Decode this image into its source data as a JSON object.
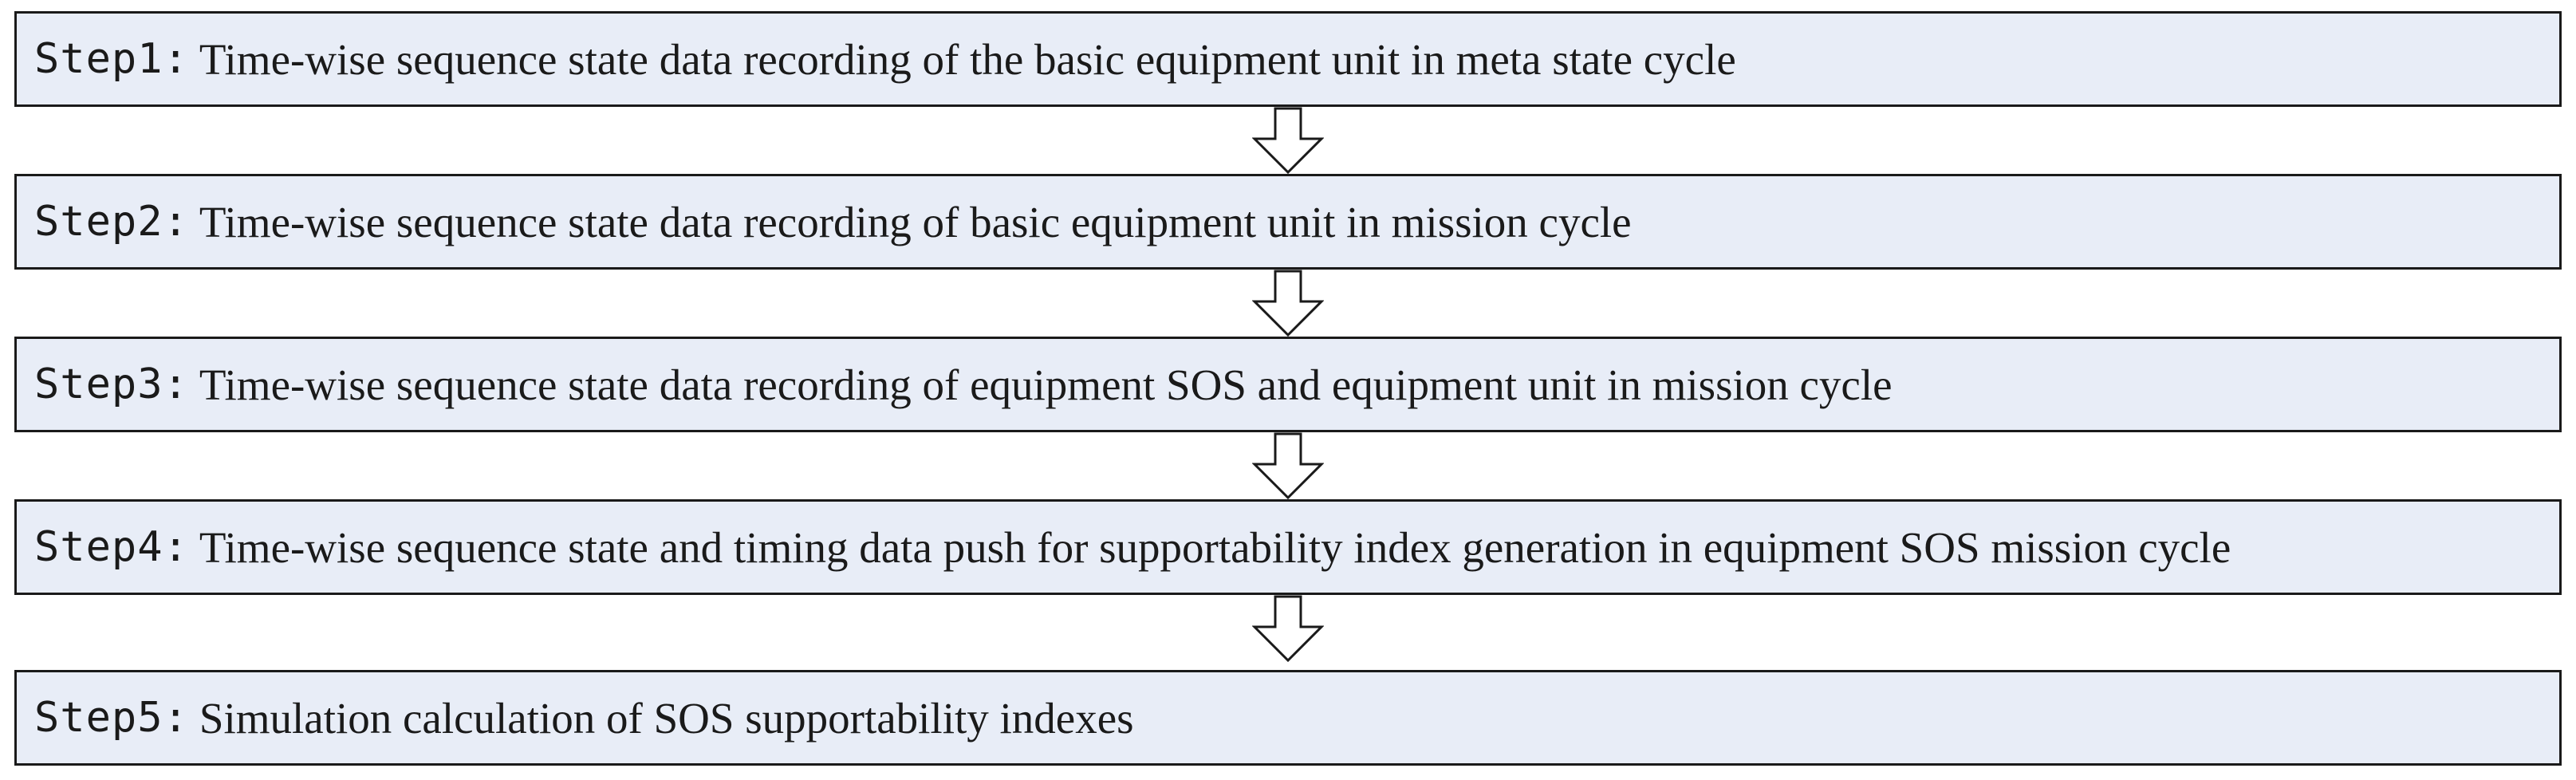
{
  "steps": [
    {
      "label": "Step1",
      "separator": ":",
      "text": "Time-wise sequence state data recording of the  basic equipment unit in meta state cycle"
    },
    {
      "label": "Step2",
      "separator": ":",
      "text": "Time-wise sequence state data recording of basic equipment unit in mission cycle"
    },
    {
      "label": "Step3",
      "separator": ":",
      "text": "Time-wise sequence state data recording of equipment SOS and equipment unit in mission cycle"
    },
    {
      "label": "Step4",
      "separator": ":",
      "text": "Time-wise sequence state and timing data push for supportability index generation in equipment SOS mission cycle"
    },
    {
      "label": "Step5",
      "separator": ":",
      "text": "Simulation calculation of SOS supportability indexes"
    }
  ],
  "colors": {
    "box_fill": "#e8edf7",
    "border": "#1a1a1a",
    "arrow_fill": "#ffffff"
  },
  "icons": {
    "connector": "down-arrow-icon"
  }
}
